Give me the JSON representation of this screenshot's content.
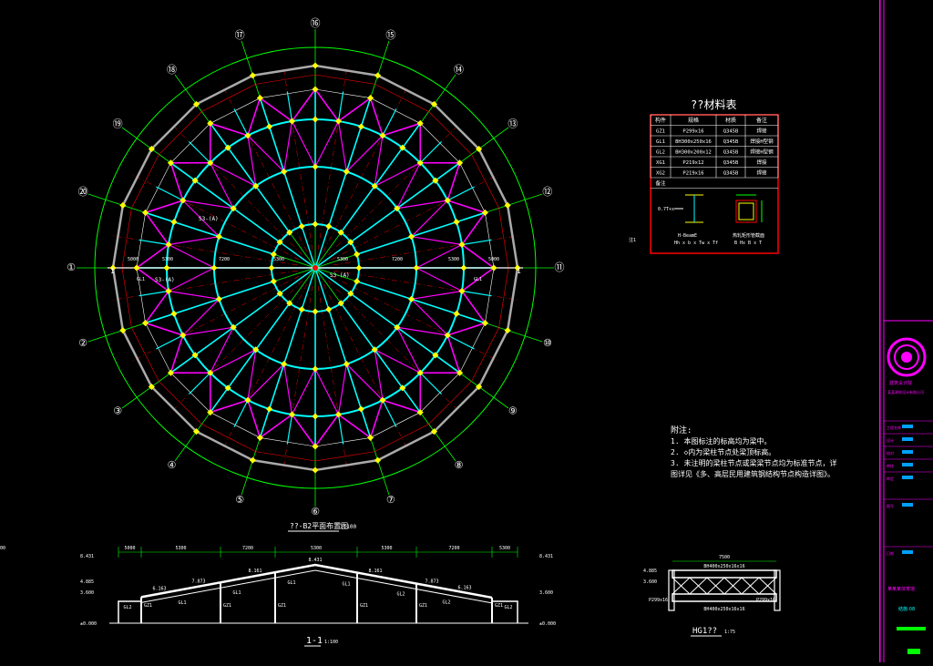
{
  "plan": {
    "axis_labels": [
      "⑪",
      "⑫",
      "⑬",
      "⑭",
      "⑮",
      "⑯",
      "⑰",
      "⑱",
      "⑲",
      "⑳",
      "①",
      "②",
      "③",
      "④",
      "⑤",
      "⑥",
      "⑦",
      "⑧",
      "⑨",
      "⑩"
    ],
    "center_tag": "S3-(A)",
    "tag_2": "S3-(A)",
    "tag_3": "S3-(A)",
    "dims_row": [
      "5000",
      "5300",
      "7200",
      "5300",
      "5300",
      "7200",
      "5300",
      "5000"
    ],
    "member_left": "GL1",
    "member_right": "GL1",
    "title": "??-B2平面布置图",
    "scale": "1:100",
    "section_mark_l": "1",
    "section_mark_r": "1"
  },
  "material_table": {
    "title": "??材料表",
    "headers": [
      "构件",
      "规格",
      "材质",
      "备注"
    ],
    "rows": [
      [
        "GZ1",
        "P299x16",
        "Q345B",
        "焊接"
      ],
      [
        "GL1",
        "BH300x250x16",
        "Q345B",
        "焊接H型钢"
      ],
      [
        "GL2",
        "BH300x200x12",
        "Q345B",
        "焊接H型钢"
      ],
      [
        "XG1",
        "P219x12",
        "Q345B",
        "焊接"
      ],
      [
        "XG2",
        "P219x16",
        "Q345B",
        "焊接"
      ],
      [
        "备注",
        "",
        "",
        ""
      ]
    ],
    "fig1_caption": "H-BeamE",
    "fig1_sub": "Hh x b x Tw x Tf",
    "fig2_caption": "热轧矩形管截面",
    "fig2_sub": "B Hx B x T",
    "fig1_dim": "0.7T+x",
    "side_note": "注1"
  },
  "notes": {
    "heading": "附注:",
    "lines": [
      "1. 本图标注的标高均为梁中。",
      "2. ◇内为梁柱节点处梁顶标高。",
      "3. 未注明的梁柱节点或梁梁节点均为标准节点，详",
      "   图详见《多、高层民用建筑钢结构节点构造详图》。"
    ]
  },
  "section": {
    "title": "1-1",
    "scale": "1:100",
    "top_dims": [
      "5000",
      "5300",
      "7200",
      "5300",
      "5300",
      "7200",
      "5300",
      "5000"
    ],
    "elevations_left": [
      "8.431",
      "4.885",
      "3.600",
      "±0.000"
    ],
    "elevations_right": [
      "8.431",
      "3.600",
      "±0.000"
    ],
    "beam_labels": [
      "GL1",
      "GL1",
      "GL1",
      "GL1",
      "GL2",
      "GL2",
      "GL2",
      "GL2"
    ],
    "col_labels": [
      "GZ1",
      "GZ1",
      "GZ1",
      "GZ1",
      "GZ1",
      "GZ1",
      "GZ1"
    ],
    "top_elev": [
      "6.163",
      "7.873",
      "8.161",
      "8.431",
      "8.161",
      "7.873",
      "6.163"
    ]
  },
  "hg_detail": {
    "title": "HG1??",
    "scale": "1:75",
    "top_dim": "7500",
    "beam_label": "BH400x250x16x16",
    "beam_label2": "BH400x250x16x16",
    "elev_a": "4.885",
    "elev_b": "3.600",
    "col_left": "P299x16",
    "col_right": "P299x16"
  },
  "titleblock": {
    "company": "某某建筑设计有限公司",
    "logo_text": "建筑设计院",
    "fields": [
      "工程名称",
      "设计",
      "校对",
      "审核",
      "审定",
      "图号",
      "日期"
    ],
    "project": "某某某体育馆",
    "sheet": "结施-08"
  },
  "colors": {
    "green": "#00ff00",
    "cyan": "#00ffff",
    "magenta": "#ff00ff",
    "red": "#ff0000",
    "yellow": "#ffff00",
    "white": "#ffffff"
  }
}
